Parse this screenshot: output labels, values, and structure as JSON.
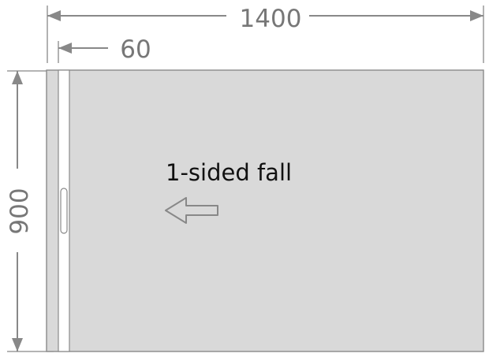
{
  "dimensions": {
    "width_label": "1400",
    "inset_label": "60",
    "height_label": "900"
  },
  "panel": {
    "label": "1-sided fall",
    "arrow_direction": "left"
  },
  "colors": {
    "panel_fill": "#d9d9d9",
    "panel_stroke": "#8a8a8a",
    "channel_fill": "#ffffff",
    "dimension_line": "#888888",
    "dimension_text": "#777777",
    "label_text": "#111111"
  },
  "icons": {
    "direction_arrow": "left-arrow-icon",
    "handle": "handle-slot-icon"
  }
}
